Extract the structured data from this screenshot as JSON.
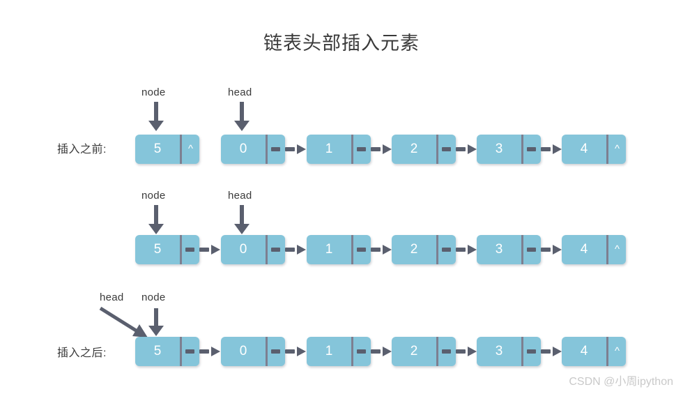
{
  "title": "链表头部插入元素",
  "watermark": "CSDN @小周ipython",
  "colors": {
    "node_fill": "#85c5da",
    "divider": "#7d7f90",
    "arrow": "#5a5f6e",
    "text": "#3a3a3a",
    "node_text": "#ffffff",
    "background": "#ffffff",
    "watermark": "#c9c9c9"
  },
  "null_symbol": "^",
  "rows": [
    {
      "id": "before",
      "label": "插入之前:",
      "pointers": [
        {
          "name": "node",
          "target_value": "5",
          "style": "vertical"
        },
        {
          "name": "head",
          "target_value": "0",
          "style": "vertical"
        }
      ],
      "nodes": [
        {
          "value": "5",
          "next": "^",
          "linked": false
        },
        {
          "value": "0",
          "next": "ptr",
          "linked": true
        },
        {
          "value": "1",
          "next": "ptr",
          "linked": true
        },
        {
          "value": "2",
          "next": "ptr",
          "linked": true
        },
        {
          "value": "3",
          "next": "ptr",
          "linked": true
        },
        {
          "value": "4",
          "next": "^",
          "linked": false
        }
      ]
    },
    {
      "id": "linking",
      "label": "",
      "pointers": [
        {
          "name": "node",
          "target_value": "5",
          "style": "vertical"
        },
        {
          "name": "head",
          "target_value": "0",
          "style": "vertical"
        }
      ],
      "nodes": [
        {
          "value": "5",
          "next": "ptr",
          "linked": true
        },
        {
          "value": "0",
          "next": "ptr",
          "linked": true
        },
        {
          "value": "1",
          "next": "ptr",
          "linked": true
        },
        {
          "value": "2",
          "next": "ptr",
          "linked": true
        },
        {
          "value": "3",
          "next": "ptr",
          "linked": true
        },
        {
          "value": "4",
          "next": "^",
          "linked": false
        }
      ]
    },
    {
      "id": "after",
      "label": "插入之后:",
      "pointers": [
        {
          "name": "head",
          "target_value": "5",
          "style": "diagonal"
        },
        {
          "name": "node",
          "target_value": "5",
          "style": "vertical"
        }
      ],
      "nodes": [
        {
          "value": "5",
          "next": "ptr",
          "linked": true
        },
        {
          "value": "0",
          "next": "ptr",
          "linked": true
        },
        {
          "value": "1",
          "next": "ptr",
          "linked": true
        },
        {
          "value": "2",
          "next": "ptr",
          "linked": true
        },
        {
          "value": "3",
          "next": "ptr",
          "linked": true
        },
        {
          "value": "4",
          "next": "^",
          "linked": false
        }
      ]
    }
  ]
}
